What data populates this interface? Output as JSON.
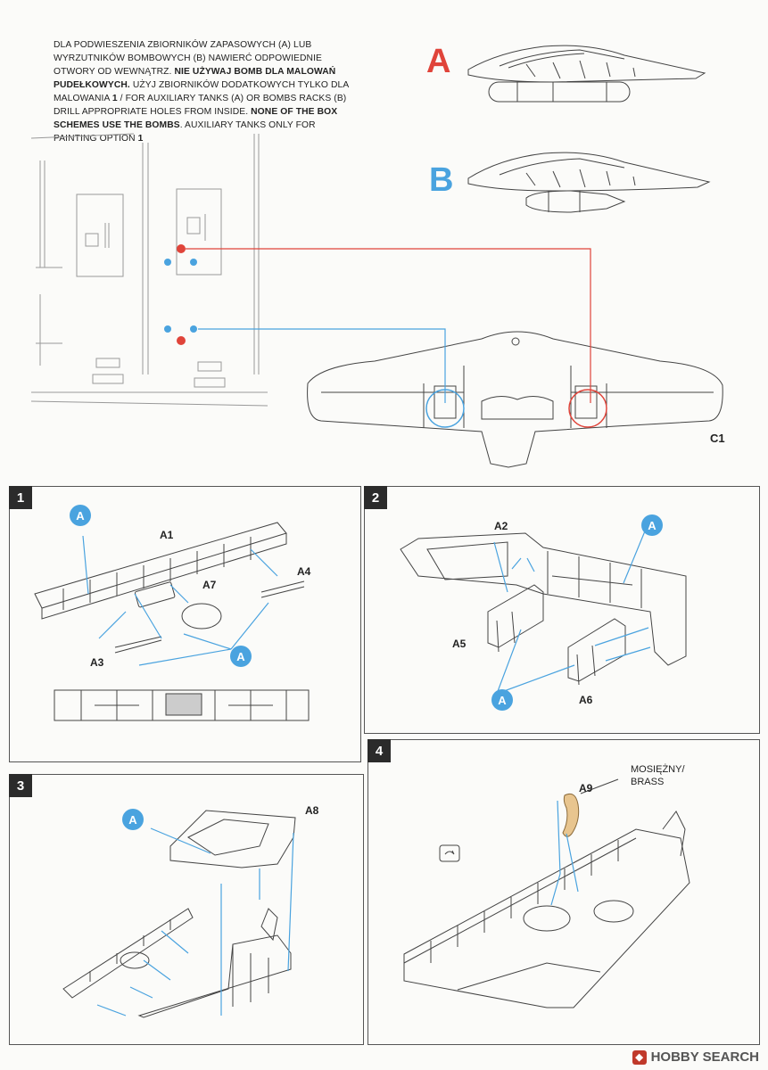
{
  "intro": {
    "line1": "DLA PODWIESZENIA ZBIORNIKÓW ZAPASOWYCH (A) LUB WYRZUTNIKÓW BOMBOWYCH (B) NAWIERĆ ODPOWIEDNIE OTWORY OD WEWNĄTRZ.",
    "line2_bold": "NIE UŻYWAJ BOMB DLA MALOWAŃ PUDEŁKOWYCH.",
    "line3": "UŻYJ ZBIORNIKÓW DODATKOWYCH TYLKO DLA MALOWANIA",
    "line3_bold": "1",
    "line4": "/ FOR AUXILIARY TANKS (A) OR BOMBS RACKS (B) DRILL APPROPRIATE HOLES FROM INSIDE.",
    "line5_bold": "NONE OF THE BOX SCHEMES USE THE BOMBS",
    "line6": ". AUXILIARY TANKS ONLY FOR PAINTING OPTION",
    "line6_bold": "1"
  },
  "options": {
    "a": "A",
    "b": "B"
  },
  "wing_part": "C1",
  "colors": {
    "red": "#e0443a",
    "blue": "#4aa3df",
    "brass": "#e8c58f"
  },
  "steps": [
    {
      "number": "1",
      "parts": {
        "a1": "A1",
        "a3": "A3",
        "a4": "A4",
        "a7": "A7"
      },
      "callout": "A"
    },
    {
      "number": "2",
      "parts": {
        "a2": "A2",
        "a5": "A5",
        "a6": "A6"
      },
      "callout": "A"
    },
    {
      "number": "3",
      "parts": {
        "a8": "A8"
      },
      "callout": "A"
    },
    {
      "number": "4",
      "parts": {
        "a9": "A9"
      },
      "note_line1": "MOSIĘŻNY/",
      "note_line2": "BRASS"
    }
  ],
  "footer": {
    "brand": "HOBBY SEARCH"
  }
}
